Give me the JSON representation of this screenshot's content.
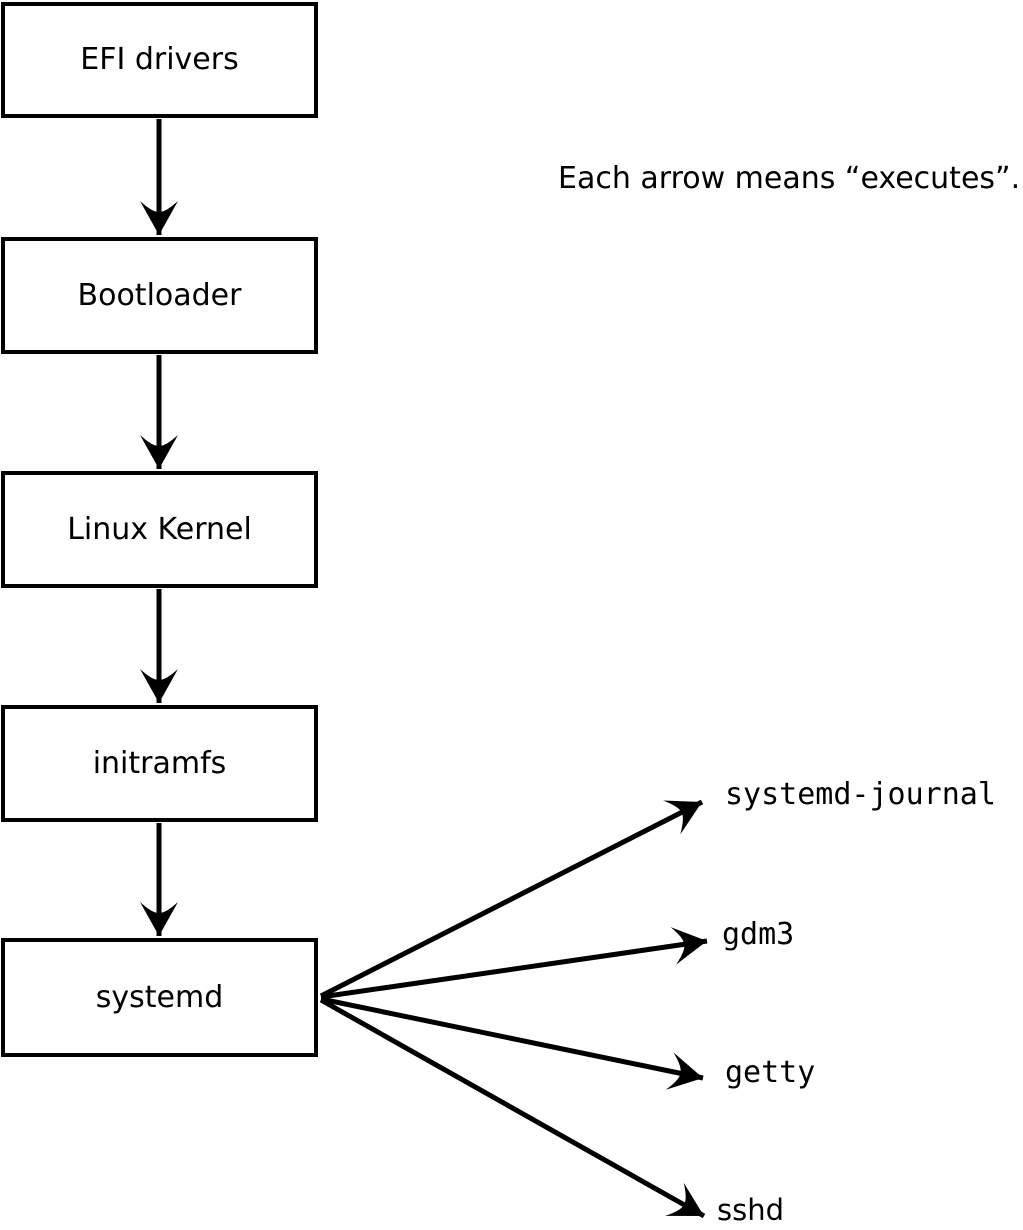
{
  "diagram": {
    "caption": "Each arrow means “executes”.",
    "arrow_meaning": "executes",
    "boot_chain": [
      {
        "label": "EFI drivers"
      },
      {
        "label": "Bootloader"
      },
      {
        "label": "Linux Kernel"
      },
      {
        "label": "initramfs"
      },
      {
        "label": "systemd"
      }
    ],
    "spawned_processes": [
      {
        "label": "systemd-journal"
      },
      {
        "label": "gdm3"
      },
      {
        "label": "getty"
      },
      {
        "label": "sshd"
      }
    ],
    "colors": {
      "line": "#000000",
      "box_fill": "#ffffff",
      "background": "#ffffff",
      "text": "#000000"
    }
  }
}
